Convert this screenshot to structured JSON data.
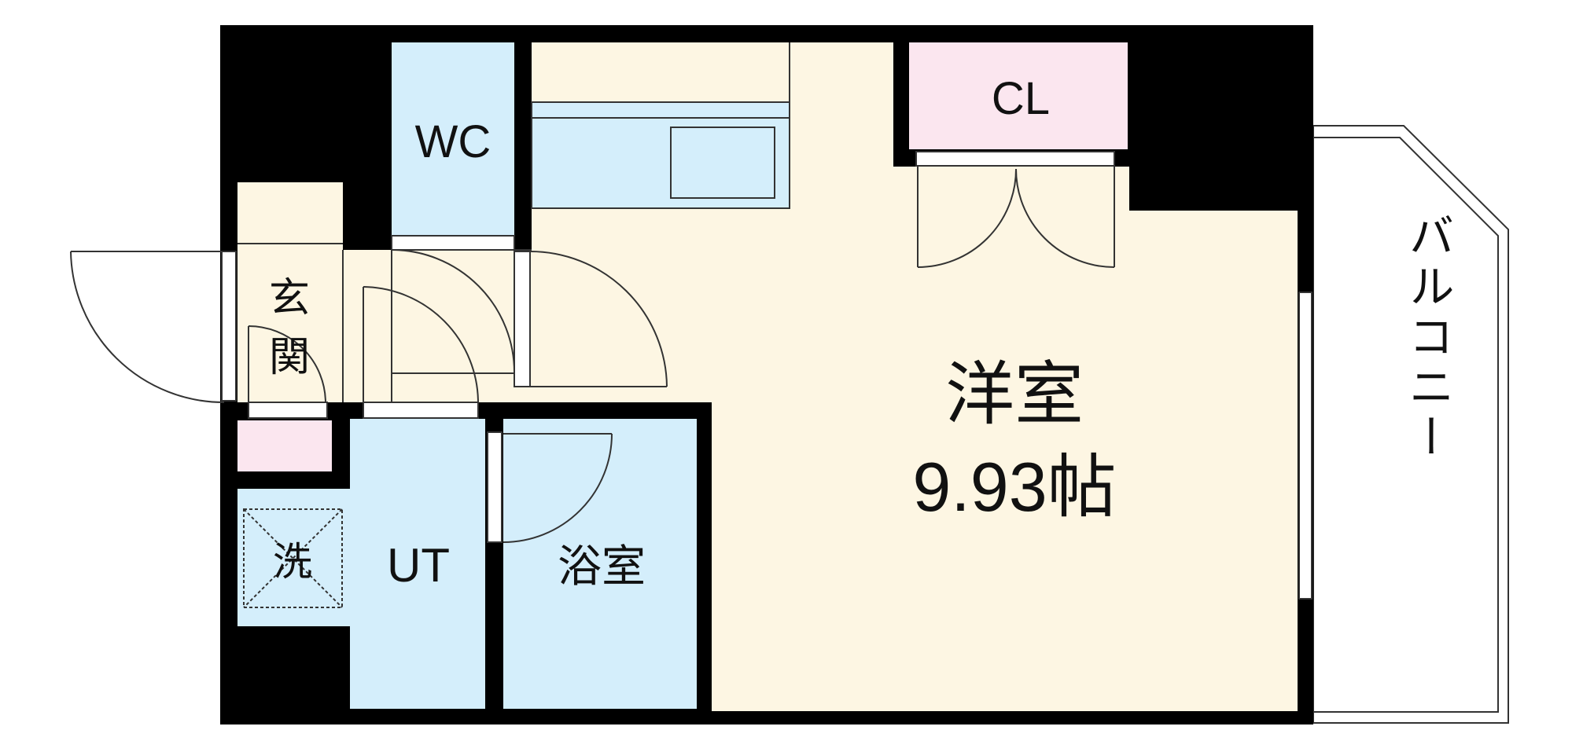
{
  "rooms": {
    "western_room": {
      "name": "洋室",
      "size": "9.93帖"
    },
    "walk_closet": "CL",
    "toilet": "WC",
    "entrance": "玄関",
    "utility": "UT",
    "bathroom": "浴室",
    "washer": "洗",
    "balcony": "バルコニー"
  },
  "colors": {
    "wall": "#000000",
    "room_floor": "#fdf6e3",
    "wet_area": "#d4eefb",
    "closet": "#fbe6ef",
    "balcony": "#ffffff",
    "line": "#333333"
  }
}
